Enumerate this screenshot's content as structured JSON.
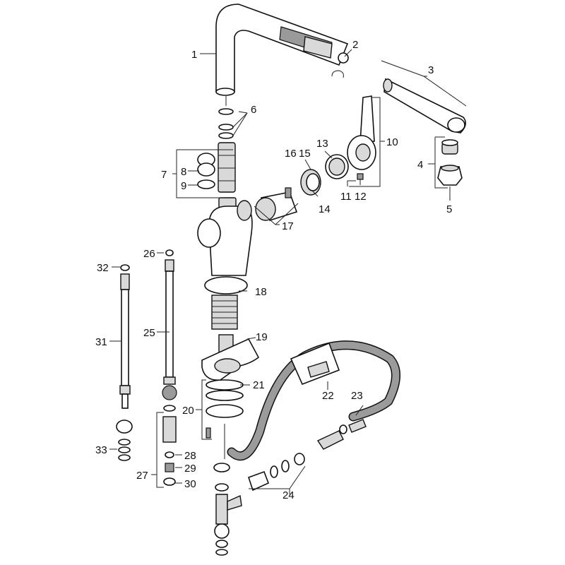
{
  "diagram": {
    "callouts": [
      {
        "id": "c1",
        "text": "1"
      },
      {
        "id": "c2",
        "text": "2"
      },
      {
        "id": "c3",
        "text": "3"
      },
      {
        "id": "c4",
        "text": "4"
      },
      {
        "id": "c5",
        "text": "5"
      },
      {
        "id": "c6",
        "text": "6"
      },
      {
        "id": "c7",
        "text": "7"
      },
      {
        "id": "c8",
        "text": "8"
      },
      {
        "id": "c9",
        "text": "9"
      },
      {
        "id": "c10",
        "text": "10"
      },
      {
        "id": "c11",
        "text": "11"
      },
      {
        "id": "c12",
        "text": "12"
      },
      {
        "id": "c13",
        "text": "13"
      },
      {
        "id": "c14",
        "text": "14"
      },
      {
        "id": "c15",
        "text": "15"
      },
      {
        "id": "c16",
        "text": "16"
      },
      {
        "id": "c17",
        "text": "17"
      },
      {
        "id": "c18",
        "text": "18"
      },
      {
        "id": "c19",
        "text": "19"
      },
      {
        "id": "c20",
        "text": "20"
      },
      {
        "id": "c21",
        "text": "21"
      },
      {
        "id": "c22",
        "text": "22"
      },
      {
        "id": "c23",
        "text": "23"
      },
      {
        "id": "c24",
        "text": "24"
      },
      {
        "id": "c25",
        "text": "25"
      },
      {
        "id": "c26",
        "text": "26"
      },
      {
        "id": "c27",
        "text": "27"
      },
      {
        "id": "c28",
        "text": "28"
      },
      {
        "id": "c29",
        "text": "29"
      },
      {
        "id": "c30",
        "text": "30"
      },
      {
        "id": "c31",
        "text": "31"
      },
      {
        "id": "c32",
        "text": "32"
      },
      {
        "id": "c33",
        "text": "33"
      }
    ]
  }
}
